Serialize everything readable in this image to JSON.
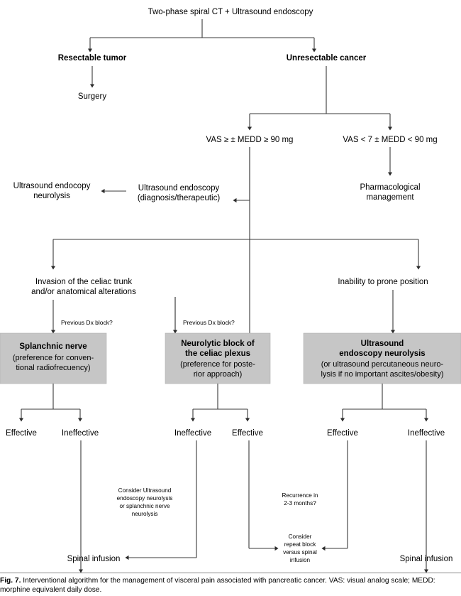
{
  "figure": {
    "number": "Fig. 7.",
    "caption": "Interventional algorithm for the management of visceral pain associated with pancreatic cancer. VAS: visual analog scale; MEDD: morphine equivalent daily dose."
  },
  "colors": {
    "box_fill": "#c6c6c6",
    "box_border": "#b0b0b0",
    "line": "#3a3a3a",
    "text": "#000000",
    "background": "#ffffff"
  },
  "chart_data": {
    "type": "diagram",
    "title": "Interventional algorithm for the management of visceral pain associated with pancreatic cancer",
    "nodes": [
      {
        "id": "root",
        "label": "Two-phase spiral CT + Ultrasound endoscopy",
        "style": "plain"
      },
      {
        "id": "resectable",
        "label": "Resectable tumor",
        "style": "bold"
      },
      {
        "id": "unresectable",
        "label": "Unresectable cancer",
        "style": "bold"
      },
      {
        "id": "surgery",
        "label": "Surgery",
        "style": "plain"
      },
      {
        "id": "vas_high",
        "label": "VAS ≥ ± MEDD ≥ 90 mg",
        "style": "plain"
      },
      {
        "id": "vas_low",
        "label": "VAS < 7 ± MEDD < 90 mg",
        "style": "plain"
      },
      {
        "id": "us_endo",
        "label": "Ultrasound endoscopy\n(diagnosis/therapeutic)",
        "style": "plain"
      },
      {
        "id": "us_neuro",
        "label": "Ultrasound endocopy\nneurolysis",
        "style": "plain"
      },
      {
        "id": "pharma",
        "label": "Pharmacological\nmanagement",
        "style": "plain"
      },
      {
        "id": "invasion",
        "label": "Invasion of the celiac trunk\nand/or anatomical alterations",
        "style": "plain"
      },
      {
        "id": "prone",
        "label": "Inability to prone position",
        "style": "plain"
      },
      {
        "id": "splanchnic",
        "label": "Splanchnic nerve\n(preference for conven-\ntional radiofrecuency)",
        "style": "gray-box"
      },
      {
        "id": "neurolytic",
        "label": "Neurolytic block of\nthe celiac plexus\n(preference for poste-\nrior approach)",
        "style": "gray-box"
      },
      {
        "id": "usneurolysis",
        "label": "Ultrasound\nendoscopy neurolysis\n(or ultrasound percutaneous neuro-\nlysis if no important ascites/obesity)",
        "style": "gray-box"
      },
      {
        "id": "consider_us",
        "label": "Consider Ultrasound\nendoscopy neurolysis\nor splanchnic nerve\nneurolysis",
        "style": "small"
      },
      {
        "id": "recurrence",
        "label": "Recurrence in\n2-3 months?",
        "style": "small"
      },
      {
        "id": "repeat_block",
        "label": "Consider\nrepeat block\nversus spinal\ninfusion",
        "style": "small"
      },
      {
        "id": "spinal_left",
        "label": "Spinal infusion",
        "style": "plain"
      },
      {
        "id": "spinal_right",
        "label": "Spinal infusion",
        "style": "plain"
      }
    ],
    "edge_labels": [
      {
        "id": "dxblock1",
        "label": "Previous Dx block?"
      },
      {
        "id": "dxblock2",
        "label": "Previous Dx block?"
      }
    ],
    "outcome_labels": [
      {
        "id": "o1",
        "label": "Effective"
      },
      {
        "id": "o2",
        "label": "Ineffective"
      },
      {
        "id": "o3",
        "label": "Ineffective"
      },
      {
        "id": "o4",
        "label": "Effective"
      },
      {
        "id": "o5",
        "label": "Effective"
      },
      {
        "id": "o6",
        "label": "Ineffective"
      }
    ]
  },
  "nodes": {
    "root": "Two-phase spiral CT + Ultrasound endoscopy",
    "resectable": "Resectable tumor",
    "unresectable": "Unresectable cancer",
    "surgery": "Surgery",
    "vas_high": "VAS ≥ ± MEDD ≥ 90 mg",
    "vas_low": "VAS < 7 ± MEDD < 90 mg",
    "us_endo_l1": "Ultrasound endoscopy",
    "us_endo_l2": "(diagnosis/therapeutic)",
    "us_neuro_l1": "Ultrasound endocopy",
    "us_neuro_l2": "neurolysis",
    "pharma_l1": "Pharmacological",
    "pharma_l2": "management",
    "invasion_l1": "Invasion of the celiac trunk",
    "invasion_l2": "and/or anatomical alterations",
    "prone": "Inability to prone position",
    "dxblock1": "Previous Dx block?",
    "dxblock2": "Previous Dx block?",
    "splanchnic_l1": "Splanchnic nerve",
    "splanchnic_l2": "(preference for conven-",
    "splanchnic_l3": "tional radiofrecuency)",
    "neurolytic_l1": "Neurolytic block of",
    "neurolytic_l2": "the celiac plexus",
    "neurolytic_l3": "(preference for poste-",
    "neurolytic_l4": "rior approach)",
    "usn_l1": "Ultrasound",
    "usn_l2": "endoscopy neurolysis",
    "usn_l3": "(or ultrasound percutaneous neuro-",
    "usn_l4": "lysis if no important ascites/obesity)",
    "o1": "Effective",
    "o2": "Ineffective",
    "o3": "Ineffective",
    "o4": "Effective",
    "o5": "Effective",
    "o6": "Ineffective",
    "consider_l1": "Consider Ultrasound",
    "consider_l2": "endoscopy neurolysis",
    "consider_l3": "or splanchnic nerve",
    "consider_l4": "neurolysis",
    "recurrence_l1": "Recurrence in",
    "recurrence_l2": "2-3 months?",
    "repeat_l1": "Consider",
    "repeat_l2": "repeat block",
    "repeat_l3": "versus spinal",
    "repeat_l4": "infusion",
    "spinal_left": "Spinal infusion",
    "spinal_right": "Spinal infusion"
  }
}
